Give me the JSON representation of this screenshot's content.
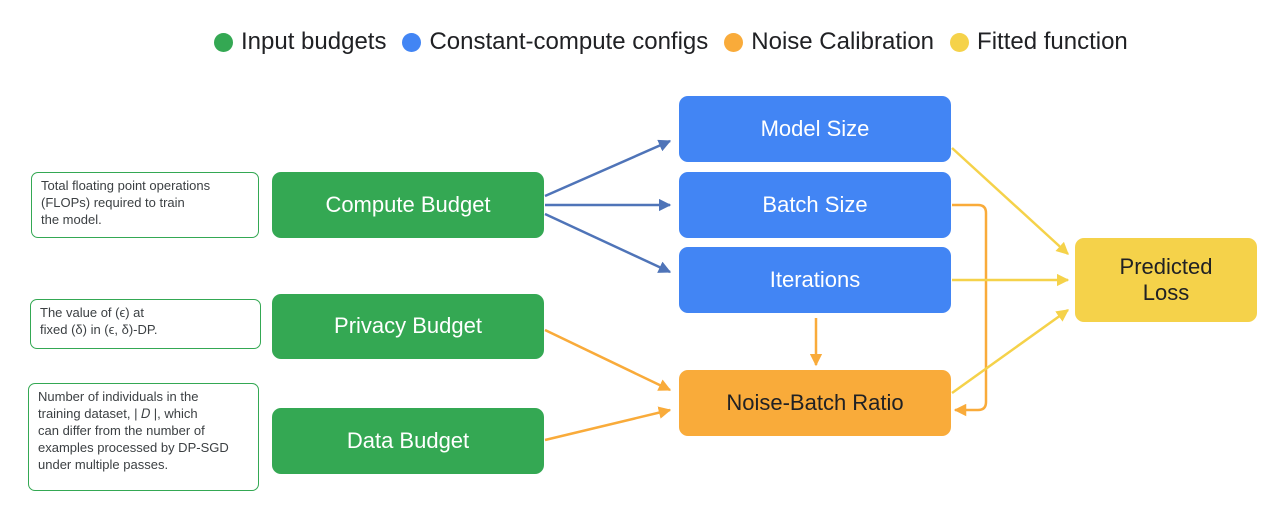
{
  "legend": {
    "input": "Input budgets",
    "constant": "Constant-compute configs",
    "noise": "Noise Calibration",
    "fitted": "Fitted function"
  },
  "colors": {
    "input": "#34a853",
    "constant": "#4285f4",
    "noise": "#f9ab3a",
    "fitted": "#f5d24a",
    "blue_arrow": "#4f74b8",
    "orange_arrow": "#f9ab3a",
    "yellow_arrow": "#f5d24a"
  },
  "inputs": {
    "compute": "Compute Budget",
    "privacy": "Privacy Budget",
    "data": "Data Budget"
  },
  "notes": {
    "compute": "Total floating point operations\n(FLOPs) required to train\nthe model.",
    "privacy": "The value of (ϵ) at\nfixed (δ) in (ϵ, δ)-DP.",
    "data": "Number of individuals in the\ntraining dataset, | 𝐷 |, which\ncan differ from the number of\nexamples processed by DP-SGD\nunder multiple passes."
  },
  "configs": {
    "model_size": "Model Size",
    "batch_size": "Batch Size",
    "iterations": "Iterations"
  },
  "noise": {
    "ratio": "Noise-Batch Ratio"
  },
  "output": {
    "loss": "Predicted\nLoss"
  }
}
